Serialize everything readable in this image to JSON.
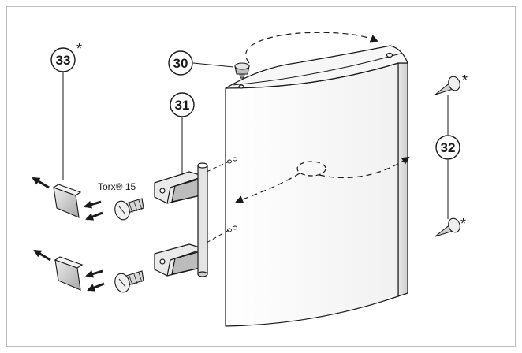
{
  "callouts": {
    "c33": "33",
    "c30": "30",
    "c31": "31",
    "c32": "32"
  },
  "asterisk": "*",
  "torx_label": "Torx® 15",
  "colors": {
    "line": "#1a1a1a",
    "fill_light": "#f2f2f2",
    "fill_mid": "#d9d9d9",
    "fill_dark": "#9a9a9a",
    "frame": "#bdbdbd"
  }
}
